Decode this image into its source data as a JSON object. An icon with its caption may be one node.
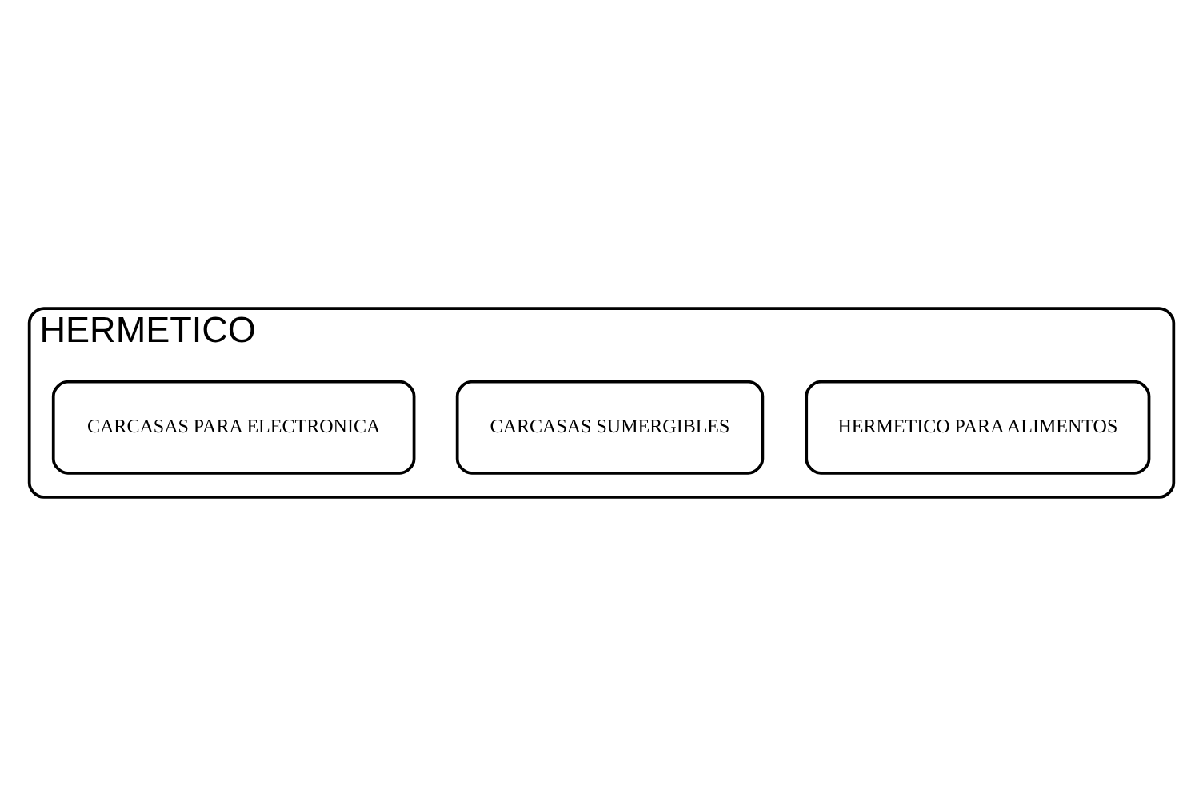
{
  "diagram": {
    "nodes": [
      {
        "text": [
          "HERMETICO"
        ]
      },
      {
        "text": [
          "HERMETICO PARA ALIMENTOS"
        ],
        "in": 0
      },
      {
        "text": [
          "CARCASAS SUMERGIBLES"
        ],
        "in": 0
      },
      {
        "text": [
          "CARCASAS PARA ELECTRONICA"
        ],
        "in": 0
      }
    ]
  }
}
